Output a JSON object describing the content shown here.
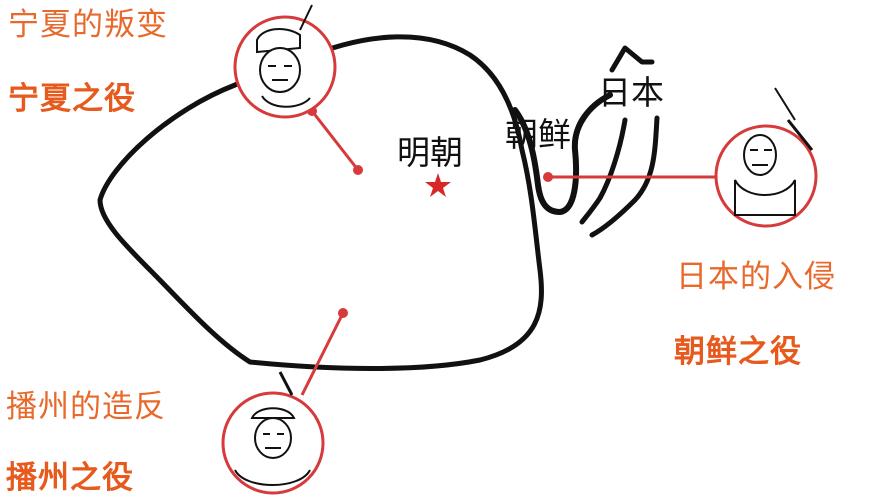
{
  "labels": {
    "ningxia_event": "宁夏的叛变",
    "ningxia_campaign": "宁夏之役",
    "ming": "明朝",
    "joseon": "朝鲜",
    "japan": "日本",
    "japan_event": "日本的入侵",
    "joseon_campaign": "朝鲜之役",
    "bozhou_event": "播州的造反",
    "bozhou_campaign": "播州之役"
  },
  "colors": {
    "outline": "#111111",
    "connector": "#d63a3a",
    "accent": "#e8692c",
    "star": "#d62828"
  },
  "icons": {
    "capital": "star-icon",
    "warrior": "warrior-icon"
  }
}
